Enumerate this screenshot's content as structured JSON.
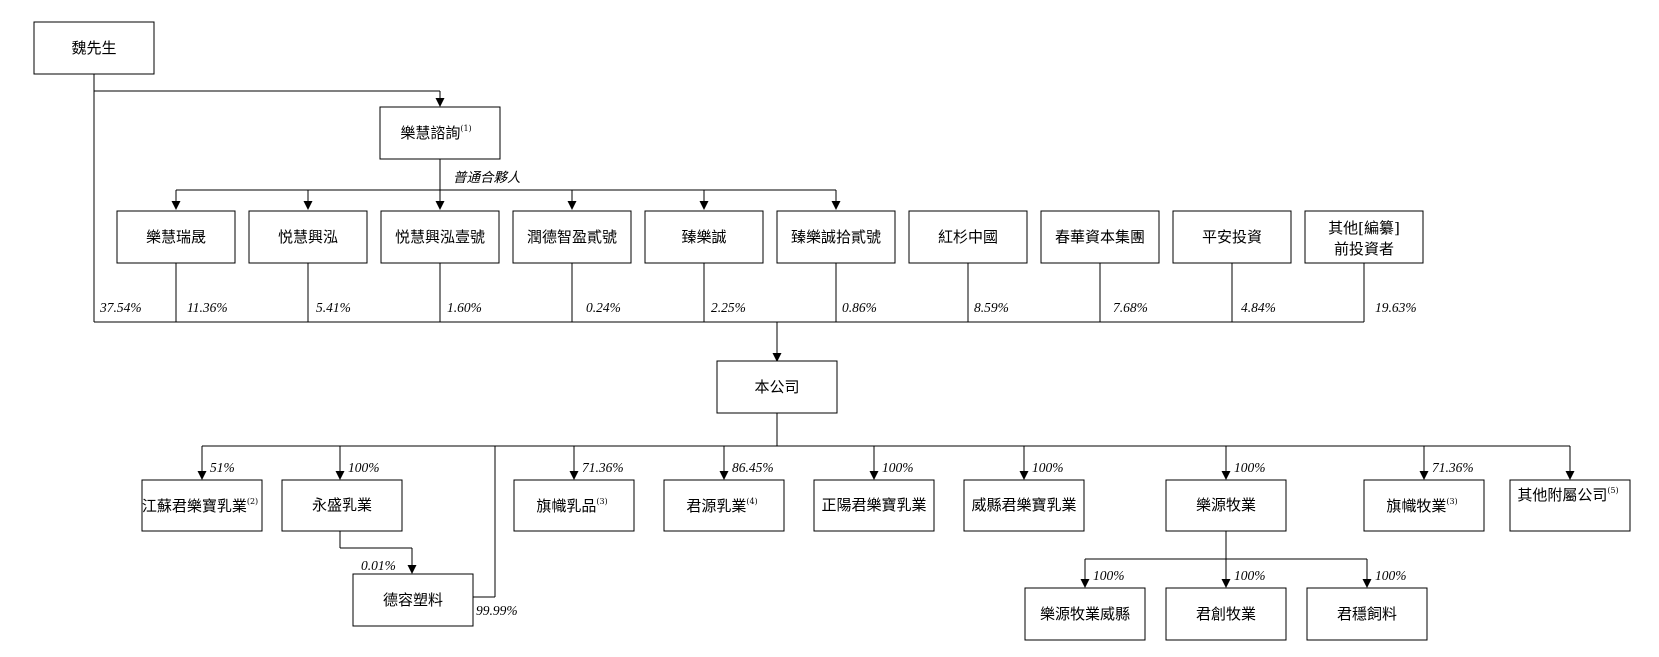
{
  "nodes": {
    "wei": {
      "label": "魏先生",
      "sup": ""
    },
    "lehui": {
      "label": "樂慧諮詢",
      "sup": "(1)"
    },
    "n1": {
      "label": "樂慧瑞晟",
      "sup": ""
    },
    "n2": {
      "label": "悦慧興泓",
      "sup": ""
    },
    "n3": {
      "label": "悦慧興泓壹號",
      "sup": ""
    },
    "n4": {
      "label": "潤德智盈貳號",
      "sup": ""
    },
    "n5": {
      "label": "臻樂誠",
      "sup": ""
    },
    "n6": {
      "label": "臻樂誠拾貳號",
      "sup": ""
    },
    "n7": {
      "label": "紅杉中國",
      "sup": ""
    },
    "n8": {
      "label": "春華資本集團",
      "sup": ""
    },
    "n9": {
      "label": "平安投資",
      "sup": ""
    },
    "n10": {
      "label": "其他[編纂]",
      "label2": "前投資者",
      "sup": ""
    },
    "company": {
      "label": "本公司",
      "sup": ""
    },
    "s1": {
      "label": "江蘇君樂寶乳業",
      "sup": "(2)"
    },
    "s2": {
      "label": "永盛乳業",
      "sup": ""
    },
    "s3": {
      "label": "德容塑料",
      "sup": ""
    },
    "s4": {
      "label": "旗幟乳品",
      "sup": "(3)"
    },
    "s5": {
      "label": "君源乳業",
      "sup": "(4)"
    },
    "s6": {
      "label": "正陽君樂寶乳業",
      "sup": ""
    },
    "s7": {
      "label": "威縣君樂寶乳業",
      "sup": ""
    },
    "s8": {
      "label": "樂源牧業",
      "sup": ""
    },
    "s9": {
      "label": "旗幟牧業",
      "sup": "(3)"
    },
    "s10": {
      "label": "其他附屬公司",
      "sup": "(5)"
    },
    "t1": {
      "label": "樂源牧業威縣",
      "sup": ""
    },
    "t2": {
      "label": "君創牧業",
      "sup": ""
    },
    "t3": {
      "label": "君穩飼料",
      "sup": ""
    }
  },
  "edge_labels": {
    "gp": "普通合夥人",
    "wei_pct": "37.54%",
    "n1_pct": "11.36%",
    "n2_pct": "5.41%",
    "n3_pct": "1.60%",
    "n4_pct": "0.24%",
    "n5_pct": "2.25%",
    "n6_pct": "0.86%",
    "n7_pct": "8.59%",
    "n8_pct": "7.68%",
    "n9_pct": "4.84%",
    "n10_pct": "19.63%",
    "s1_pct": "51%",
    "s2_pct": "100%",
    "s3_from_s2_pct": "0.01%",
    "s3_pct": "99.99%",
    "s4_pct": "71.36%",
    "s5_pct": "86.45%",
    "s6_pct": "100%",
    "s7_pct": "100%",
    "s8_pct": "100%",
    "s9_pct": "71.36%",
    "t1_pct": "100%",
    "t2_pct": "100%",
    "t3_pct": "100%"
  }
}
